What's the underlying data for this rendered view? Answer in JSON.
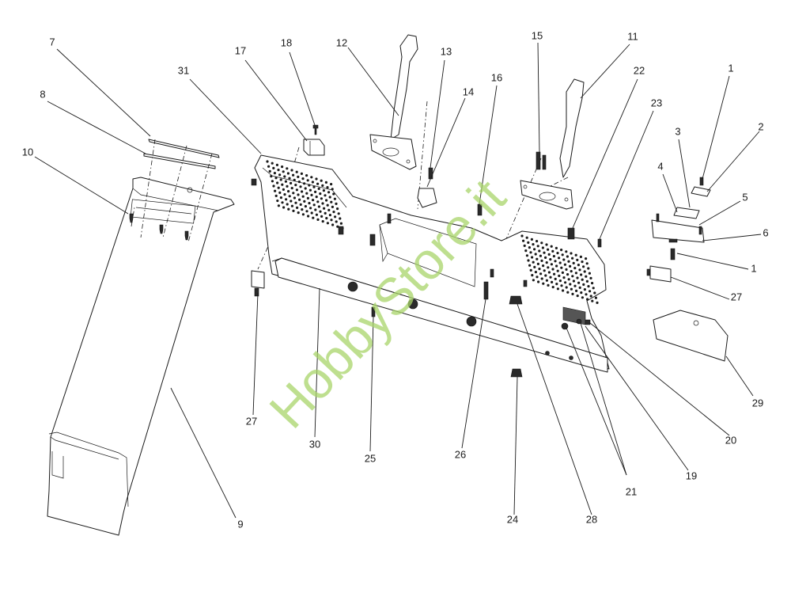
{
  "watermark": "HobbyStore.it",
  "labels": [
    {
      "id": "7",
      "text": "7"
    },
    {
      "id": "8",
      "text": "8"
    },
    {
      "id": "10",
      "text": "10"
    },
    {
      "id": "31",
      "text": "31"
    },
    {
      "id": "17",
      "text": "17"
    },
    {
      "id": "18",
      "text": "18"
    },
    {
      "id": "12",
      "text": "12"
    },
    {
      "id": "13",
      "text": "13"
    },
    {
      "id": "14",
      "text": "14"
    },
    {
      "id": "16",
      "text": "16"
    },
    {
      "id": "15",
      "text": "15"
    },
    {
      "id": "11",
      "text": "11"
    },
    {
      "id": "22",
      "text": "22"
    },
    {
      "id": "23",
      "text": "23"
    },
    {
      "id": "1a",
      "text": "1"
    },
    {
      "id": "2",
      "text": "2"
    },
    {
      "id": "3",
      "text": "3"
    },
    {
      "id": "4",
      "text": "4"
    },
    {
      "id": "5",
      "text": "5"
    },
    {
      "id": "6",
      "text": "6"
    },
    {
      "id": "1b",
      "text": "1"
    },
    {
      "id": "27b",
      "text": "27"
    },
    {
      "id": "29",
      "text": "29"
    },
    {
      "id": "20",
      "text": "20"
    },
    {
      "id": "19",
      "text": "19"
    },
    {
      "id": "21",
      "text": "21"
    },
    {
      "id": "28",
      "text": "28"
    },
    {
      "id": "24",
      "text": "24"
    },
    {
      "id": "26",
      "text": "26"
    },
    {
      "id": "25",
      "text": "25"
    },
    {
      "id": "30",
      "text": "30"
    },
    {
      "id": "27a",
      "text": "27"
    },
    {
      "id": "9",
      "text": "9"
    }
  ]
}
